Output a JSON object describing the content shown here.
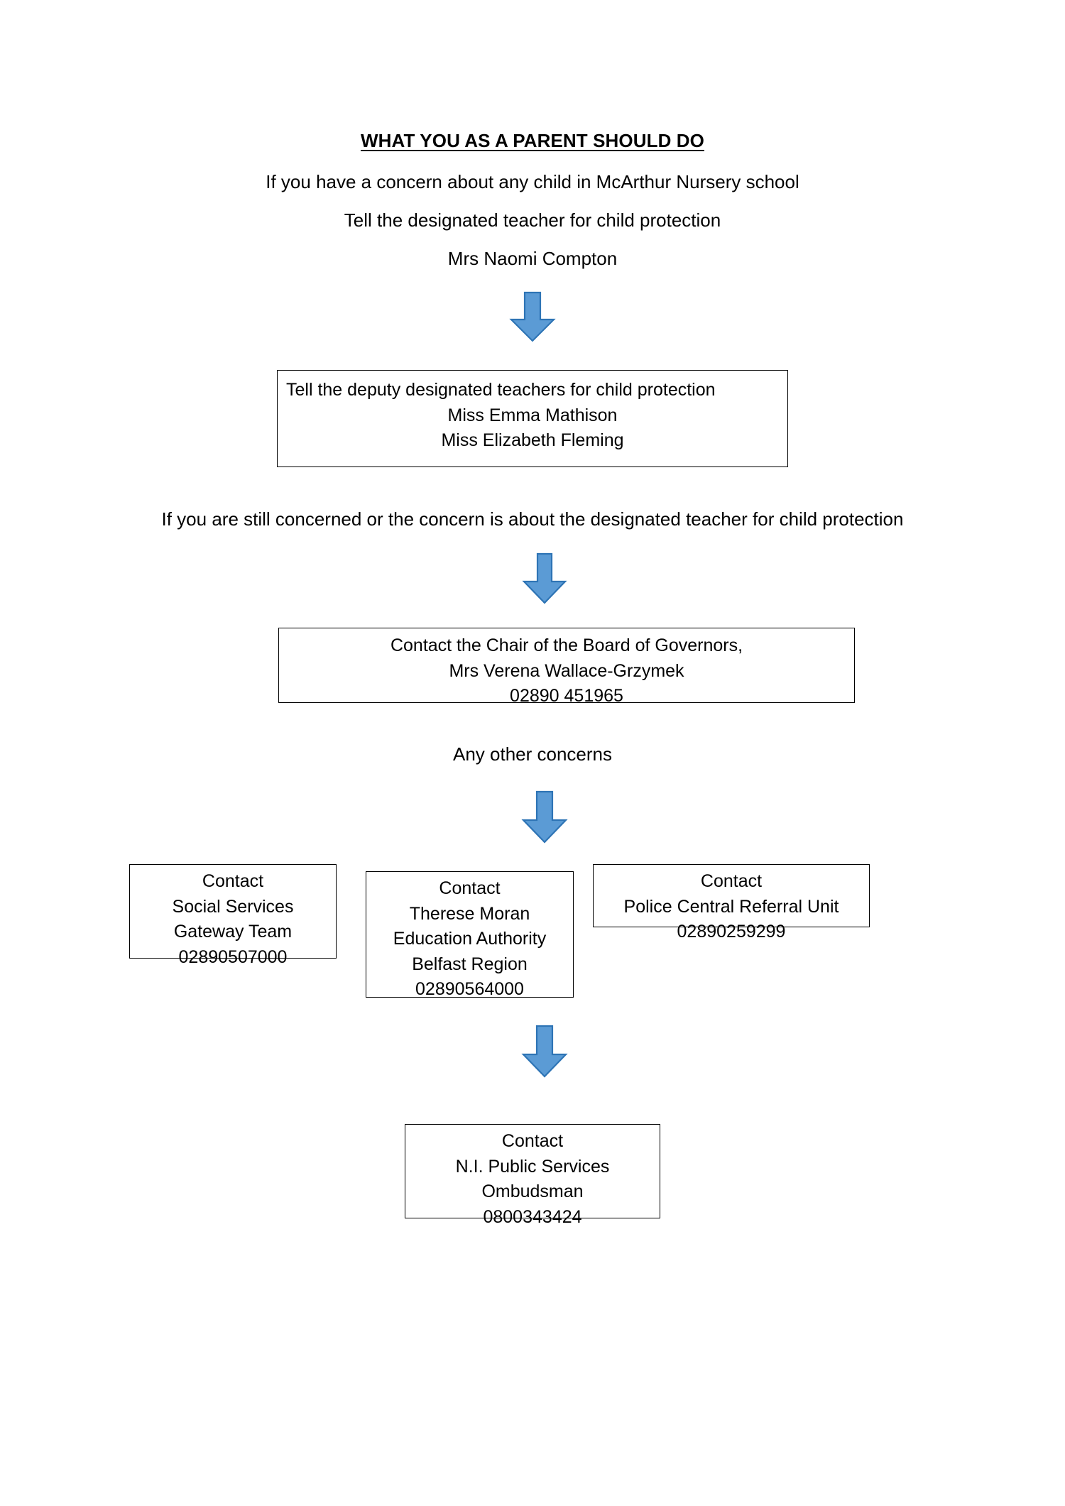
{
  "document": {
    "title": "WHAT YOU AS A PARENT SHOULD DO",
    "background_color": "#ffffff",
    "text_color": "#000000",
    "border_color": "#000000"
  },
  "arrow_style": {
    "fill": "#5B9BD5",
    "stroke": "#2E74B5"
  },
  "intro": {
    "line1": "If you have a concern about any child in McArthur Nursery school",
    "line2": "Tell the designated teacher for child protection",
    "line3": "Mrs Naomi Compton"
  },
  "deputy_box": {
    "line1": "Tell the deputy designated teachers for child protection",
    "line2": "Miss Emma Mathison",
    "line3": "Miss Elizabeth Fleming"
  },
  "escalation": {
    "text": "If you are still concerned or the concern is about the designated teacher for child protection"
  },
  "governors_box": {
    "line1": "Contact the Chair of the Board of Governors,",
    "line2": "Mrs Verena Wallace-Grzymek",
    "line3": "02890 451965"
  },
  "other_concerns": {
    "text": "Any other concerns"
  },
  "contact_boxes": {
    "social_services": {
      "line1": "Contact",
      "line2": "Social Services",
      "line3": "Gateway Team",
      "line4": "02890507000"
    },
    "education_authority": {
      "line1": "Contact",
      "line2": "Therese Moran",
      "line3": "Education Authority",
      "line4": "Belfast Region",
      "line5": "02890564000"
    },
    "police": {
      "line1": "Contact",
      "line2": "Police Central Referral Unit",
      "line3": "02890259299"
    }
  },
  "ombudsman_box": {
    "line1": "Contact",
    "line2": "N.I. Public Services",
    "line3": "Ombudsman",
    "line4": "0800343424"
  },
  "arrows": {
    "arrow1_name": "arrow-to-deputy-box",
    "arrow2_name": "arrow-to-governors-box",
    "arrow3_name": "arrow-to-contact-boxes",
    "arrow4_name": "arrow-to-ombudsman-box"
  }
}
